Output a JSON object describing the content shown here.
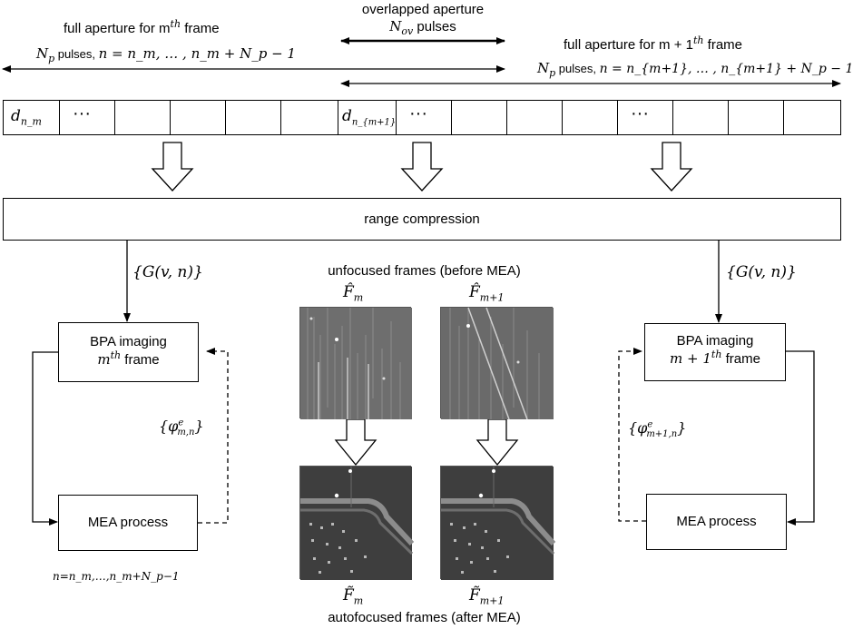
{
  "top": {
    "frame_m_title": "full aperture for m",
    "frame_m_sup": "th",
    "frame_m_title_end": " frame",
    "frame_m_pulses_sym": "N",
    "frame_m_pulses_sub": "p",
    "frame_m_pulses_word": " pulses, ",
    "frame_m_pulses_range": "n = n_m, … , n_m + N_p − 1",
    "overlap_title": "overlapped aperture",
    "overlap_sym": "N",
    "overlap_sub": "ov",
    "overlap_word": " pulses",
    "frame_m1_title": "full aperture for m + 1",
    "frame_m1_sup": "th",
    "frame_m1_title_end": " frame",
    "frame_m1_pulses_sym": "N",
    "frame_m1_pulses_sub": "p",
    "frame_m1_pulses_word": " pulses, ",
    "frame_m1_pulses_range": "n = n_{m+1}, … , n_{m+1} + N_p − 1"
  },
  "strip": {
    "cell_1": "d",
    "cell_1_sub": "n_m",
    "cell_2": "···",
    "cell_7": "d",
    "cell_7_sub": "n_{m+1}",
    "cell_8": "···",
    "cell_12": "···"
  },
  "range_compression": "range compression",
  "left": {
    "g_label": "{G(v, n)}",
    "bpa_line1": "BPA imaging",
    "bpa_line2_sym": "m",
    "bpa_line2_sup": "th",
    "bpa_line2_end": " frame",
    "phi_label": "{φ",
    "phi_sup": "e",
    "phi_sub": "m,n",
    "phi_end": "}",
    "mea": "MEA process",
    "n_range": "n=n_m,…,n_m+N_p−1"
  },
  "middle": {
    "unfocused_title": "unfocused frames (before MEA)",
    "f_hat_m": "F̂",
    "f_hat_m_sub": "m",
    "f_hat_m1": "F̂",
    "f_hat_m1_sub": "m+1",
    "f_tilde_m": "F̃",
    "f_tilde_m_sub": "m",
    "f_tilde_m1": "F̃",
    "f_tilde_m1_sub": "m+1",
    "autofocused_title": "autofocused frames (after MEA)"
  },
  "right": {
    "g_label": "{G(v, n)}",
    "bpa_line1": "BPA imaging",
    "bpa_line2_sym": "m + 1",
    "bpa_line2_sup": "th",
    "bpa_line2_end": " frame",
    "phi_label": "{φ",
    "phi_sup": "e",
    "phi_sub": "m+1,n",
    "phi_end": "}",
    "mea": "MEA process"
  }
}
